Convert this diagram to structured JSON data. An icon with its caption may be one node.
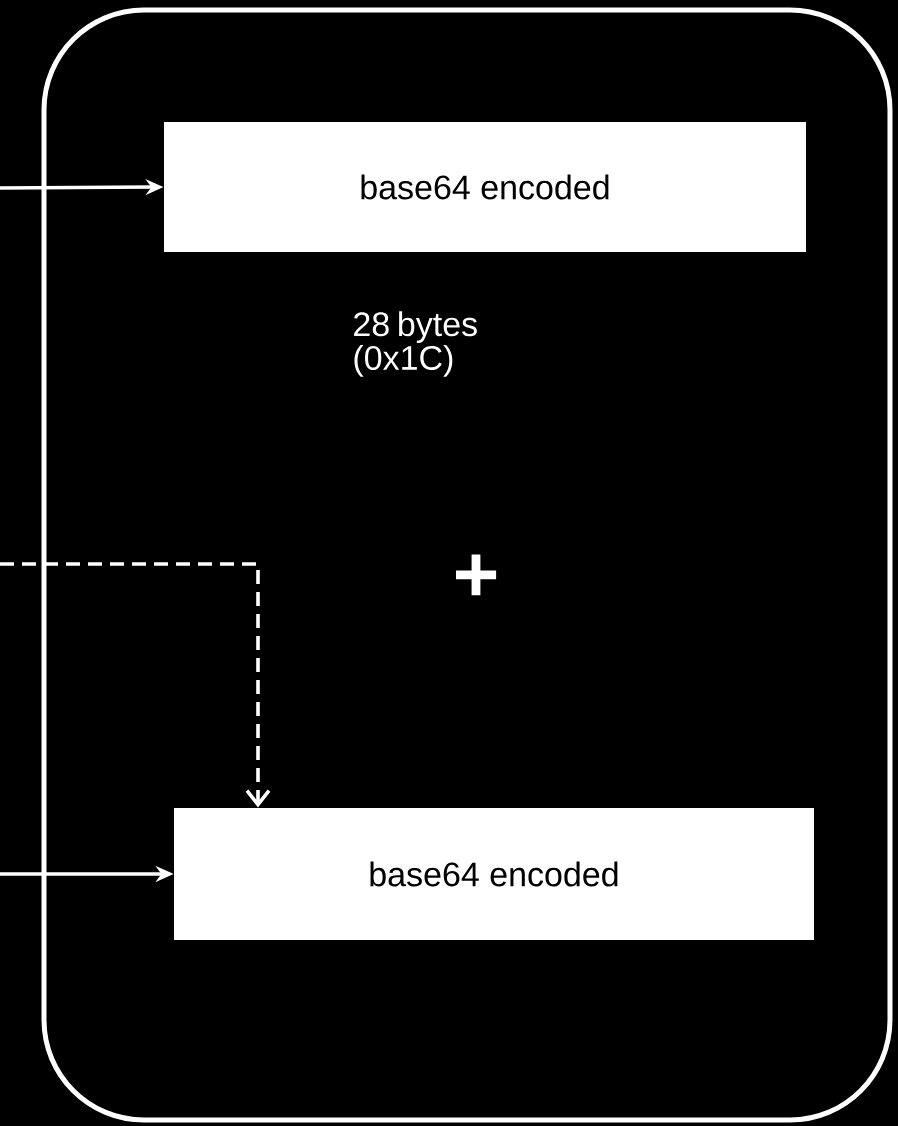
{
  "diagram": {
    "nodes": [
      {
        "text": [],
        "shape": "box"
      },
      {
        "text": [
          "base64 encoded"
        ],
        "in": 0,
        "beside": [
          "28 bytes (0x1C)"
        ]
      },
      {
        "text": [
          "base64 encoded"
        ],
        "in": 0
      }
    ],
    "edges": [
      {
        "from": null,
        "to": 1,
        "arrow": "to"
      },
      {
        "from": null,
        "to": 2,
        "arrow": "to",
        "style": "dashed"
      },
      {
        "from": null,
        "to": 2,
        "arrow": "to"
      }
    ],
    "labels": [
      "+"
    ]
  }
}
